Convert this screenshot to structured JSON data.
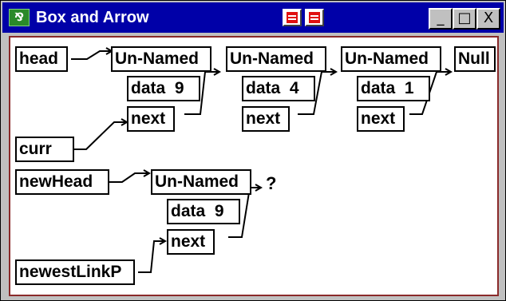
{
  "window": {
    "title": "Box and Arrow",
    "app_icon": "box-arrow-app-icon",
    "buttons": {
      "minimize": "_",
      "maximize": "□",
      "close": "X"
    }
  },
  "diagram": {
    "head": "head",
    "curr": "curr",
    "newHead": "newHead",
    "newestLinkP": "newestLinkP",
    "nodes": [
      {
        "name": "Un-Named",
        "data_label": "data",
        "data_value": "9",
        "next_label": "next"
      },
      {
        "name": "Un-Named",
        "data_label": "data",
        "data_value": "4",
        "next_label": "next"
      },
      {
        "name": "Un-Named",
        "data_label": "data",
        "data_value": "1",
        "next_label": "next"
      }
    ],
    "null_label": "Null",
    "new_node": {
      "name": "Un-Named",
      "data_label": "data",
      "data_value": "9",
      "next_label": "next"
    },
    "question": "?"
  },
  "colors": {
    "titlebar": "#0000a8",
    "frame": "#c0c0c0",
    "canvas_border": "#8a2a2a"
  }
}
